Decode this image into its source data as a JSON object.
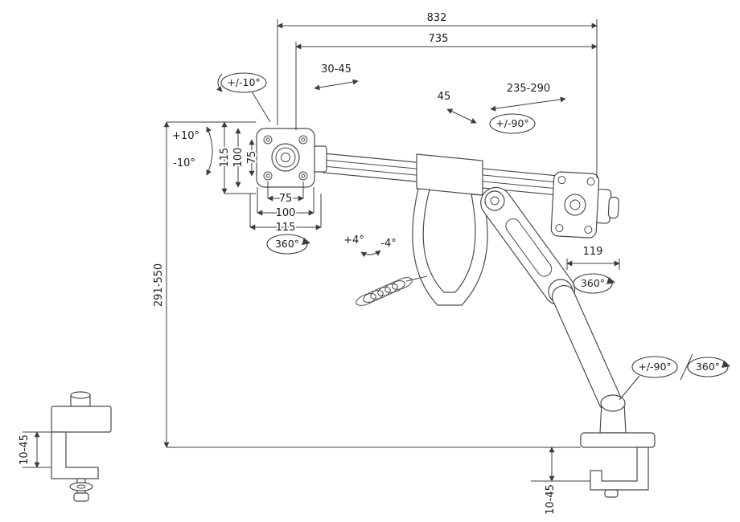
{
  "dims": {
    "w832": "832",
    "w735": "735",
    "d3045": "30-45",
    "d45": "45",
    "d235290": "235-290",
    "pm90_top": "+/-90°",
    "pm10": "+/-10°",
    "p10": "+10°",
    "m10": "-10°",
    "v115": "115",
    "v100": "100",
    "v75": "75",
    "h75": "75",
    "h100": "100",
    "h115": "115",
    "rot_vesa": "360°",
    "p4": "+4°",
    "m4": "-4°",
    "d119": "119",
    "rot_arm": "360°",
    "pm90_base": "+/-90°",
    "rot_base": "360°",
    "h291550": "291-550",
    "clamp_left": "10-45",
    "clamp_right": "10-45"
  }
}
